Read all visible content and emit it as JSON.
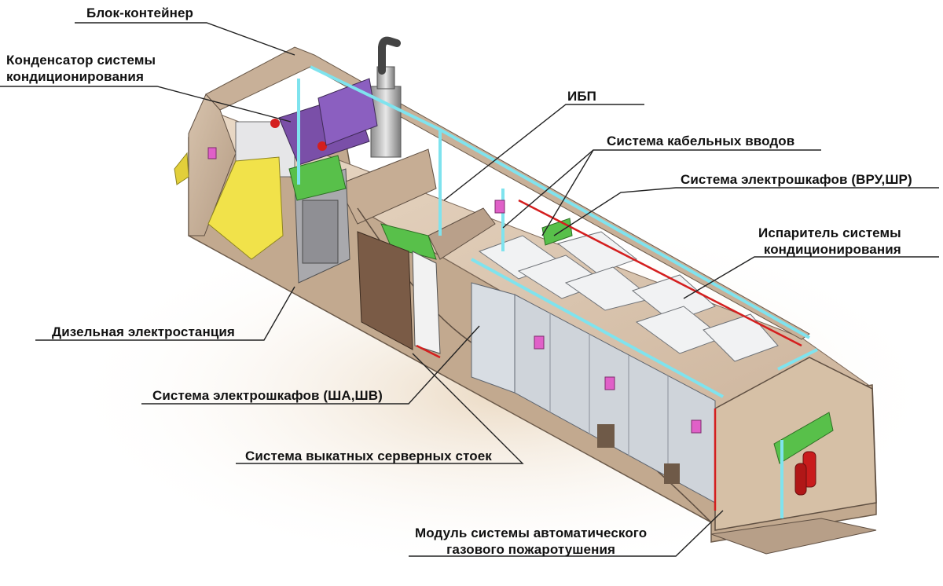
{
  "labels": {
    "block_container": "Блок-контейнер",
    "condenser_line1": "Конденсатор системы",
    "condenser_line2": "кондиционирования",
    "ups": "ИБП",
    "cable_entry": "Система кабельных вводов",
    "electric_cabinets_vru": "Система электрошкафов (ВРУ,ШР)",
    "evaporator_line1": "Испаритель системы",
    "evaporator_line2": "кондиционирования",
    "diesel_station": "Дизельная электростанция",
    "electric_cabinets_sha": "Система электрошкафов (ША,ШВ)",
    "server_racks": "Система выкатных серверных стоек",
    "fire_module_line1": "Модуль системы автоматического",
    "fire_module_line2": "газового пожаротушения"
  },
  "colors": {
    "container_wall": "#c9b29a",
    "container_floor": "#a8927c",
    "cabinet_white": "#f1f2f3",
    "pipe_cyan": "#7fe3ee",
    "pipe_red": "#d41f1f",
    "green_panel": "#58c04a",
    "yellow_hood": "#f1e24a",
    "leader_line": "#222222"
  }
}
